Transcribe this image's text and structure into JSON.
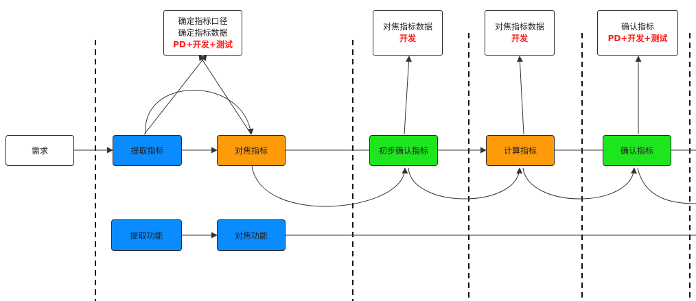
{
  "colors": {
    "blue": "#0a8cff",
    "orange": "#ff9a0a",
    "green": "#1ee61e",
    "white": "#ffffff",
    "line": "#333333",
    "highlight_text": "#ff1a1a"
  },
  "nodes": {
    "need": "需求",
    "extract_metric": "提取指标",
    "align_metric": "对焦指标",
    "prelim_confirm": "初步确认指标",
    "compute_metric": "计算指标",
    "confirm_metric": "确认指标",
    "extract_function": "提取功能",
    "align_function": "对焦功能"
  },
  "notes": {
    "note1": {
      "line1": "确定指标口径",
      "line2": "确定指标数据",
      "roles": "PD+开发+测试"
    },
    "note2": {
      "line1": "对焦指标数据",
      "roles": "开发"
    },
    "note3": {
      "line1": "对焦指标数据",
      "roles": "开发"
    },
    "note4": {
      "line1": "确认指标",
      "roles": "PD+开发+测试"
    }
  }
}
